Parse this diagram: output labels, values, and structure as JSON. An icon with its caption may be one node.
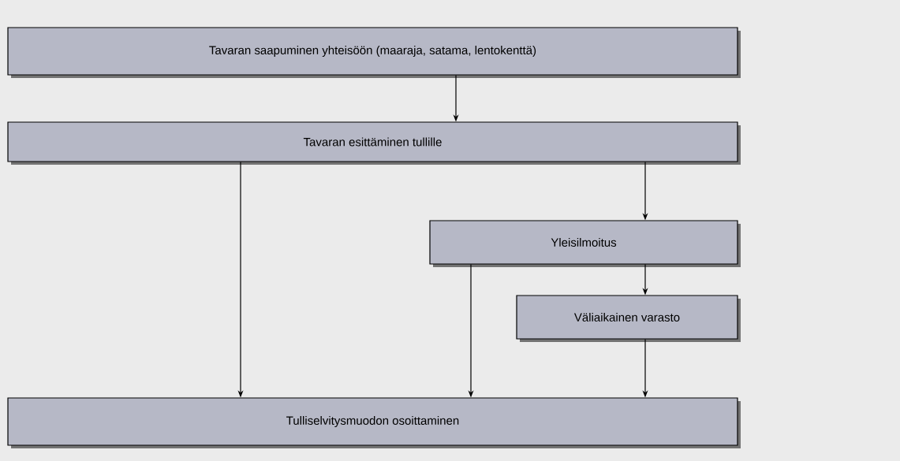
{
  "diagram": {
    "nodes": [
      {
        "text": [
          "Tavaran saapuminen yhteisöön (maaraja, satama, lentokenttä)"
        ]
      },
      {
        "text": [
          "Tavaran esittäminen tullille"
        ]
      },
      {
        "text": [
          "Yleisilmoitus"
        ]
      },
      {
        "text": [
          "Väliaikainen varasto"
        ]
      },
      {
        "text": [
          "Tulliselvitysmuodon osoittaminen"
        ]
      }
    ],
    "edges": [
      {
        "from": 0,
        "to": 1,
        "arrow": "to"
      },
      {
        "from": 1,
        "to": 4,
        "arrow": "to"
      },
      {
        "from": 1,
        "to": 2,
        "arrow": "to"
      },
      {
        "from": 2,
        "to": 4,
        "arrow": "to"
      },
      {
        "from": 2,
        "to": 3,
        "arrow": "to"
      },
      {
        "from": 3,
        "to": 4,
        "arrow": "to"
      }
    ]
  }
}
